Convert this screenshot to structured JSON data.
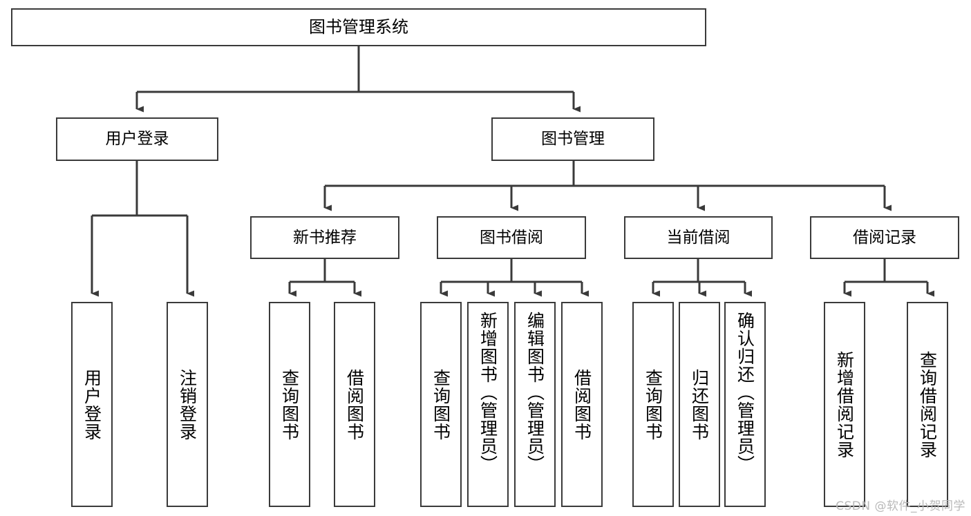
{
  "diagram": {
    "title": "图书管理系统",
    "watermark": "CSDN @软件_小贺同学",
    "edge_color": "#3a3a3a",
    "box_border_color": "#3a3a3a",
    "box_fill": "#ffffff",
    "text_color": "#000000",
    "watermark_color": "#b9b9b9"
  },
  "nodes": {
    "root": {
      "label": "图书管理系统"
    },
    "level2": [
      {
        "label": "用户登录"
      },
      {
        "label": "图书管理"
      }
    ],
    "level3": [
      {
        "label": "新书推荐"
      },
      {
        "label": "图书借阅"
      },
      {
        "label": "当前借阅"
      },
      {
        "label": "借阅记录"
      }
    ],
    "leaves_user_login": [
      {
        "label": "用户登录"
      },
      {
        "label": "注销登录"
      }
    ],
    "leaves_new_book": [
      {
        "label": "查询图书"
      },
      {
        "label": "借阅图书"
      }
    ],
    "leaves_borrow": [
      {
        "label": "查询图书"
      },
      {
        "label": "新增图书（管理员）"
      },
      {
        "label": "编辑图书（管理员）"
      },
      {
        "label": "借阅图书"
      }
    ],
    "leaves_current": [
      {
        "label": "查询图书"
      },
      {
        "label": "归还图书"
      },
      {
        "label": "确认归还（管理员）"
      }
    ],
    "leaves_records": [
      {
        "label": "新增借阅记录"
      },
      {
        "label": "查询借阅记录"
      }
    ]
  }
}
